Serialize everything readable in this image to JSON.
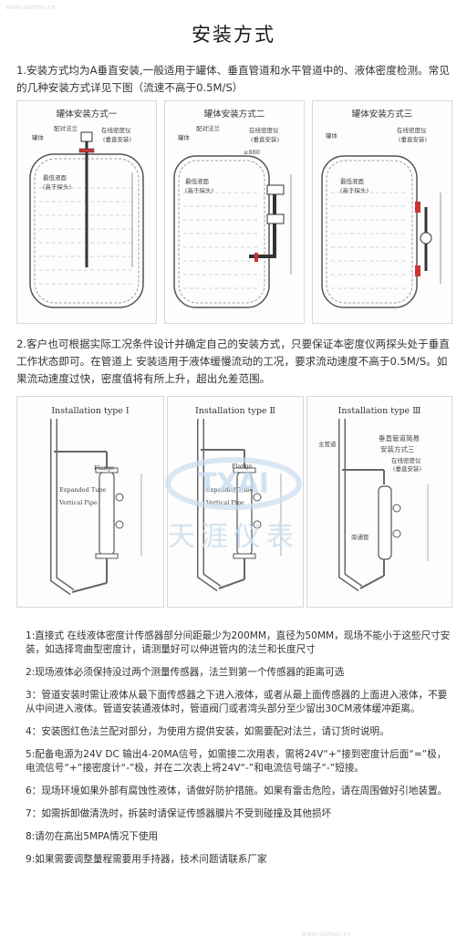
{
  "page": {
    "title": "安装方式",
    "para1": "1.安装方式均为A垂直安装,一般适用于罐体、垂直管道和水平管道中的、液体密度检测。常见的几种安装方式详见下图（流速不高于0.5M/S）",
    "para2": "2.客户也可根据实际工况条件设计并确定自己的安装方式，只要保证本密度仪两探头处于垂直工作状态即可。在管道上 安装适用于液体缓慢流动的工况，要求流动速度不高于0.5M/S。如果流动速度过快，密度值将有所上升，超出允差范围。"
  },
  "tank_panels": [
    {
      "title": "罐体安装方式一",
      "labels": [
        "罐体",
        "配对法兰",
        "在线密度仪",
        "(垂直安装)",
        "最低液面",
        "(高于探头)"
      ]
    },
    {
      "title": "罐体安装方式二",
      "labels": [
        "罐体",
        "配对法兰",
        "在线密度仪",
        "(垂直安装)",
        "最低液面",
        "(高于探头)",
        "≥880"
      ]
    },
    {
      "title": "罐体安装方式三",
      "labels": [
        "罐体",
        "在线密度仪",
        "(垂直安装)",
        "最低液面",
        "(高于探头)"
      ]
    }
  ],
  "pipe_panels": [
    {
      "title": "Installation type Ⅰ",
      "labels": [
        "Flange",
        "Expanded Tube",
        "Vertical Pipe"
      ]
    },
    {
      "title": "Installation type Ⅱ",
      "labels": [
        "Flange",
        "Expanded Tube",
        "Vertical Pipe"
      ]
    },
    {
      "title": "Installation type Ⅲ",
      "labels": [
        "主管道",
        "垂直管道简易",
        "安装方式三",
        "在线密度仪",
        "(垂直安装)",
        "旁通管"
      ]
    }
  ],
  "watermark": {
    "brand": "TXAI",
    "cn": "天涯仪表",
    "site": "www.ybzhan.cn"
  },
  "notes": [
    "1:直接式 在线液体密度计传感器部分间距最少为200MM，直径为50MM，现场不能小于这些尺寸安装，如选择弯曲型密度计，请测量好可以伸进管内的法兰和长度尺寸",
    "2:现场液体必须保持没过两个测量传感器，法兰到第一个传感器的距离可选",
    "3：管道安装时需让液体从最下面传感器之下进入液体，或者从最上面传感器的上面进入液体，不要从中间进入液体。管道安装通液体时，管道阀门或者湾头部分至少留出30CM液体缓冲距离。",
    "4：安装图红色法兰配对部分，为使用方提供安装，如需要配对法兰，请订货时说明。",
    "5:配备电源为24V DC 输出4-20MA信号，如需接二次用表，需将24V“+”接到密度计后面“=”极，电流信号“+”接密度计“-”极，并在二次表上将24V“-”和电流信号端子“-”短接。",
    "6：现场环境如果外部有腐蚀性液体，请做好防护措施。如果有雷击危险，请在周围做好引地装置。",
    "7：如需拆卸做清洗时，拆装时请保证传感器膜片不受到碰撞及其他损坏",
    "8:请勿在高出5MPA情况下使用",
    "9:如果需要调整量程需要用手持器，技术问题请联系厂家"
  ]
}
